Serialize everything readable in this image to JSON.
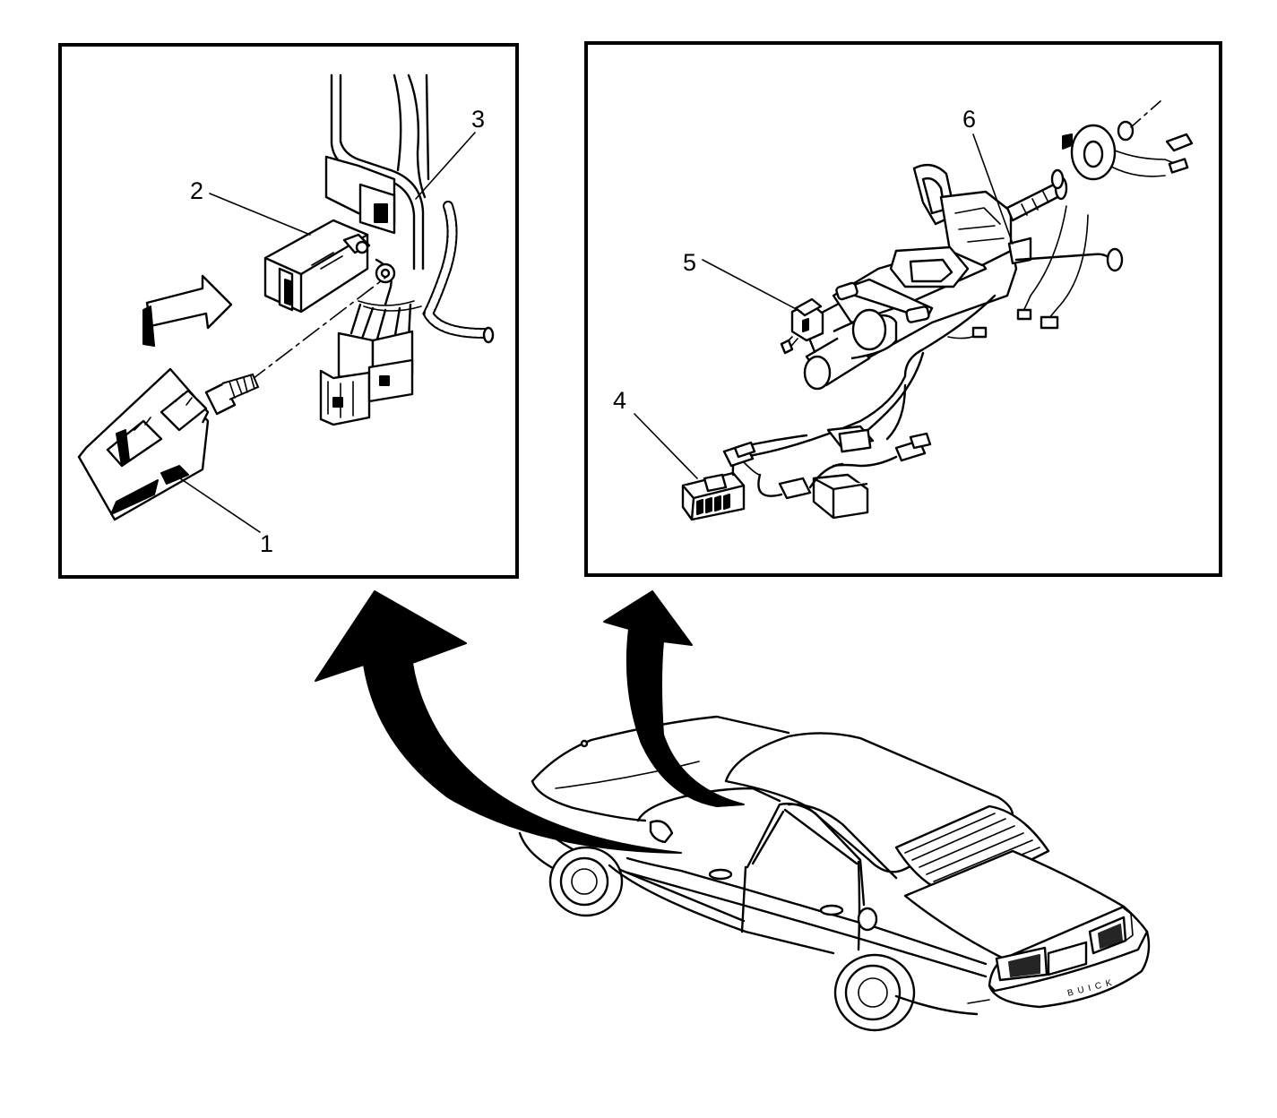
{
  "callouts": {
    "c1": "1",
    "c2": "2",
    "c3": "3",
    "c4": "4",
    "c5": "5",
    "c6": "6"
  },
  "vehicle": {
    "trunk_badge": "BUICK"
  },
  "colors": {
    "line": "#000000",
    "background": "#ffffff"
  }
}
